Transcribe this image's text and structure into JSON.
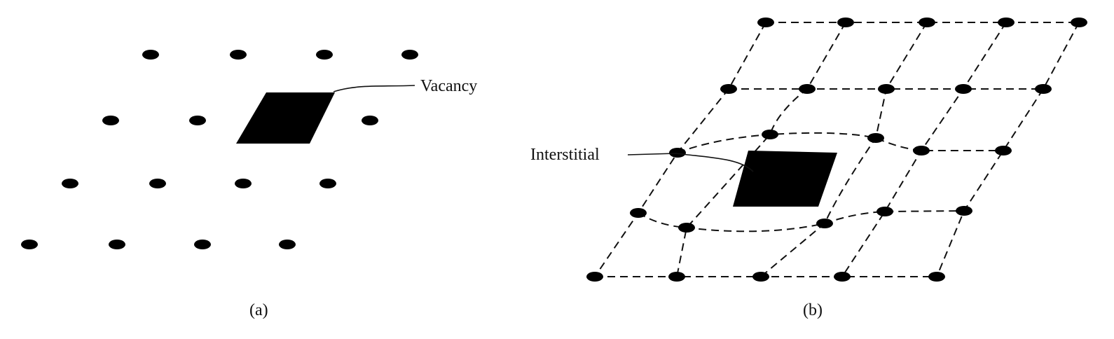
{
  "panel_a": {
    "caption": "(a)",
    "defect_label": "Vacancy"
  },
  "panel_b": {
    "caption": "(b)",
    "defect_label": "Interstitial"
  }
}
